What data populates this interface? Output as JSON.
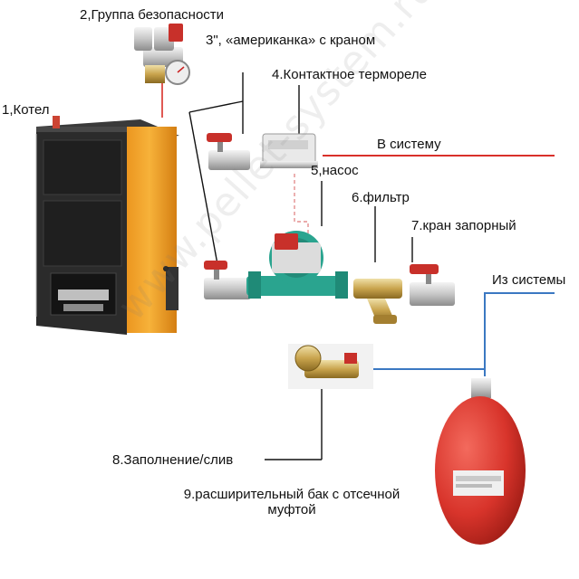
{
  "labels": {
    "safety_group": "2,Группа безопасности",
    "american": "3\", «американка»  с краном",
    "thermorelay": "4.Контактное термореле",
    "boiler": "1,Котел",
    "to_system": "В систему",
    "pump": "5,насос",
    "filter": "6.фильтр",
    "shutoff_valve": "7.кран запорный",
    "from_system": "Из системы",
    "fill_drain": "8.Заполнение/слив",
    "expansion_tank_line1": "9.расширительный бак с отсечной",
    "expansion_tank_line2": "муфтой"
  },
  "watermark": "www.pellet-system.ru",
  "colors": {
    "supply_line": "#d9302a",
    "return_line": "#3b78c2",
    "relay_wire": "#e38f8f",
    "boiler_body": "#f4a421",
    "boiler_front": "#2b2b2b",
    "tank_red": "#d8342b",
    "pump_teal": "#2aa48f",
    "brass": "#c9a44d"
  },
  "icons": [
    "boiler",
    "safety-group",
    "ball-valve",
    "thermo-relay",
    "circulation-pump",
    "y-filter",
    "fill-drain-valve",
    "expansion-tank"
  ]
}
